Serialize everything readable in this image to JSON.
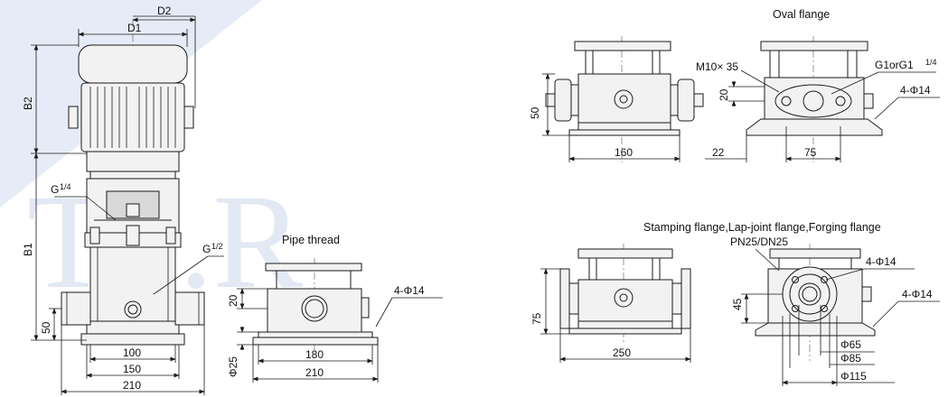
{
  "watermark": {
    "text": "T.I.R",
    "color": "#8ea6d6"
  },
  "front_view": {
    "labels": {
      "d1": "D1",
      "d2": "D2",
      "b1": "B1",
      "b2": "B2",
      "g14": "G",
      "g14_frac": "1/4",
      "g12": "G",
      "g12_frac": "1/2",
      "h50": "50",
      "w100": "100",
      "w150": "150",
      "w210": "210"
    }
  },
  "pipe_thread": {
    "title": "Pipe thread",
    "labels": {
      "h20": "20",
      "bolt": "4-Φ14",
      "phi25": "Φ25",
      "w180": "180",
      "w210": "210"
    }
  },
  "oval_flange": {
    "title": "Oval flange",
    "labels": {
      "h50": "50",
      "w160": "160",
      "m10": "M10× 35",
      "g1": "G1orG1",
      "g1_frac": "1/4",
      "h20": "20",
      "bolt": "4-Φ14",
      "d22": "22",
      "w75": "75"
    }
  },
  "stamping_flange": {
    "title": "Stamping flange,Lap-joint flange,Forging flange",
    "subtitle": "PN25/DN25",
    "labels": {
      "h75": "75",
      "w250": "250",
      "bolt_top": "4-Φ14",
      "h45": "45",
      "bolt_side": "4-Φ14",
      "phi65": "Φ65",
      "phi85": "Φ85",
      "phi115": "Φ115"
    }
  }
}
